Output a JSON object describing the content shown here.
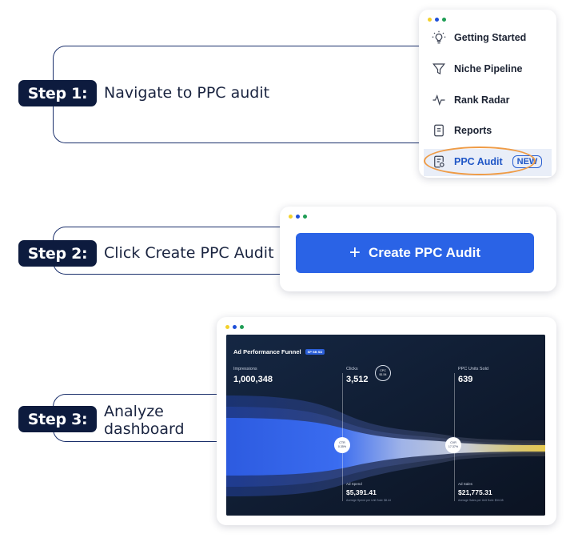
{
  "colors": {
    "badge_bg": "#0d1b3e",
    "accent_blue": "#2a63e6",
    "highlight_orange": "#ef9b45",
    "dot_yellow": "#f3d12b",
    "dot_blue": "#1e4fd8",
    "dot_green": "#1f9d55"
  },
  "steps": [
    {
      "badge": "Step 1:",
      "text": "Navigate to PPC audit"
    },
    {
      "badge": "Step 2:",
      "text": "Click Create PPC Audit"
    },
    {
      "badge": "Step 3:",
      "text_line1": "Analyze",
      "text_line2": "dashboard"
    }
  ],
  "menu": {
    "items": [
      {
        "label": "Getting Started",
        "icon": "lightbulb-icon"
      },
      {
        "label": "Niche Pipeline",
        "icon": "funnel-icon"
      },
      {
        "label": "Rank Radar",
        "icon": "pulse-icon"
      },
      {
        "label": "Reports",
        "icon": "document-icon"
      },
      {
        "label": "PPC Audit",
        "icon": "audit-icon",
        "badge": "NEW",
        "active": true
      }
    ]
  },
  "create_button": {
    "label": "Create PPC Audit",
    "icon": "plus-icon"
  },
  "dashboard": {
    "title": "Ad Performance Funnel",
    "tag": "SP SB SD",
    "impressions_label": "Impressions",
    "impressions_value": "1,000,348",
    "clicks_label": "Clicks",
    "clicks_value": "3,512",
    "cpc_label": "CPC",
    "cpc_value": "$1.54",
    "units_label": "PPC Units Sold",
    "units_value": "639",
    "ctr_label": "CTR",
    "ctr_value": "0.35%",
    "cvr_label": "CVR",
    "cvr_value": "17.37%",
    "spend_label": "Ad Spend",
    "spend_value": "$5,391.41",
    "spend_sub": "Average Spend per Unit Sold: $8.44",
    "sales_label": "Ad Sales",
    "sales_value": "$21,775.31",
    "sales_sub": "Average Sales per Unit Sold: $34.08"
  }
}
